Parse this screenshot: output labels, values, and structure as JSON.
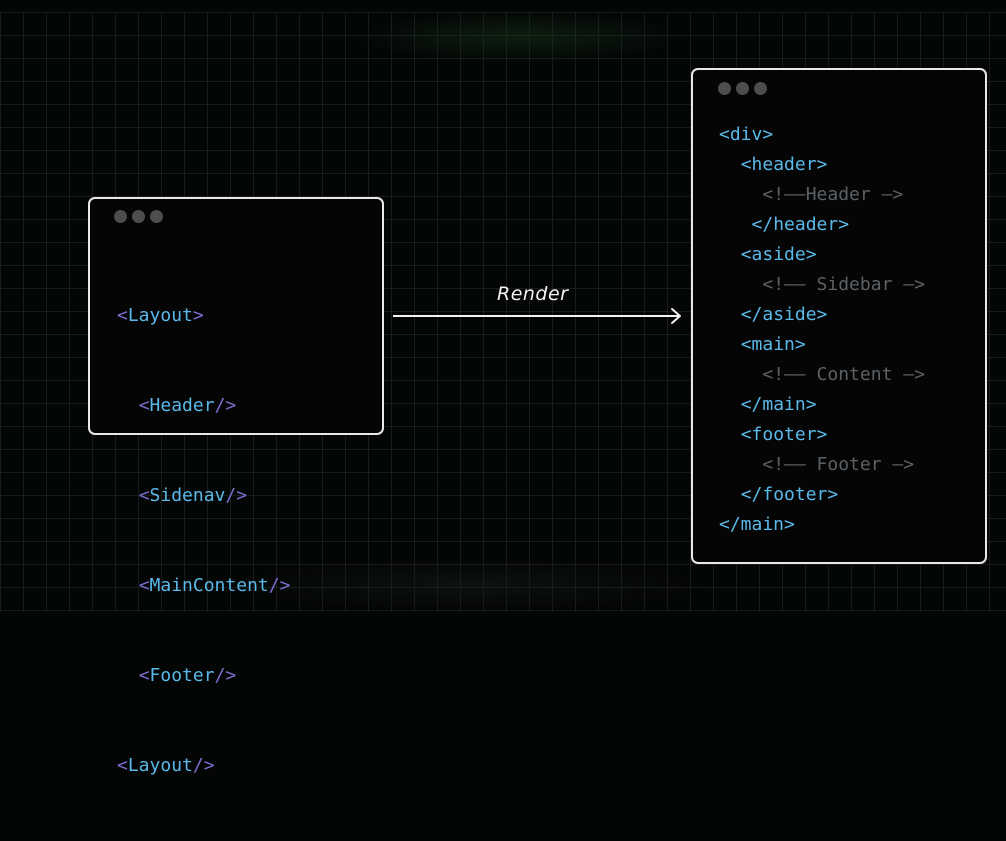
{
  "colors": {
    "background": "#040505",
    "window_border": "#e8e8e8",
    "window_dot": "#4d4d4d",
    "bracket_purple": "#7c6fd0",
    "tag_blue": "#5bb9ea",
    "comment_gray": "#5c6166",
    "arrow": "#f2f2f2"
  },
  "arrow": {
    "label": "Render"
  },
  "left_window": {
    "lines": [
      {
        "open": "<",
        "name": "Layout",
        "close": ">"
      },
      {
        "open": "<",
        "name": "Header",
        "close": "/>"
      },
      {
        "open": "<",
        "name": "Sidenav",
        "close": "/>"
      },
      {
        "open": "<",
        "name": "MainContent",
        "close": "/>"
      },
      {
        "open": "<",
        "name": "Footer",
        "close": "/>"
      },
      {
        "open": "<",
        "name": "Layout",
        "close": "/>"
      }
    ]
  },
  "right_window": {
    "lines": [
      {
        "indent": "",
        "text": "<div>",
        "kind": "tag"
      },
      {
        "indent": "  ",
        "text": "<header>",
        "kind": "tag"
      },
      {
        "indent": "    ",
        "text": "<!——Header —>",
        "kind": "comment"
      },
      {
        "indent": "   ",
        "text": "</header>",
        "kind": "tag"
      },
      {
        "indent": "  ",
        "text": "<aside>",
        "kind": "tag"
      },
      {
        "indent": "    ",
        "text": "<!—— Sidebar —>",
        "kind": "comment"
      },
      {
        "indent": "  ",
        "text": "</aside>",
        "kind": "tag"
      },
      {
        "indent": "  ",
        "text": "<main>",
        "kind": "tag"
      },
      {
        "indent": "    ",
        "text": "<!—— Content —>",
        "kind": "comment"
      },
      {
        "indent": "  ",
        "text": "</main>",
        "kind": "tag"
      },
      {
        "indent": "  ",
        "text": "<footer>",
        "kind": "tag"
      },
      {
        "indent": "    ",
        "text": "<!—— Footer —>",
        "kind": "comment"
      },
      {
        "indent": "  ",
        "text": "</footer>",
        "kind": "tag"
      },
      {
        "indent": "",
        "text": "</main>",
        "kind": "tag"
      }
    ]
  }
}
